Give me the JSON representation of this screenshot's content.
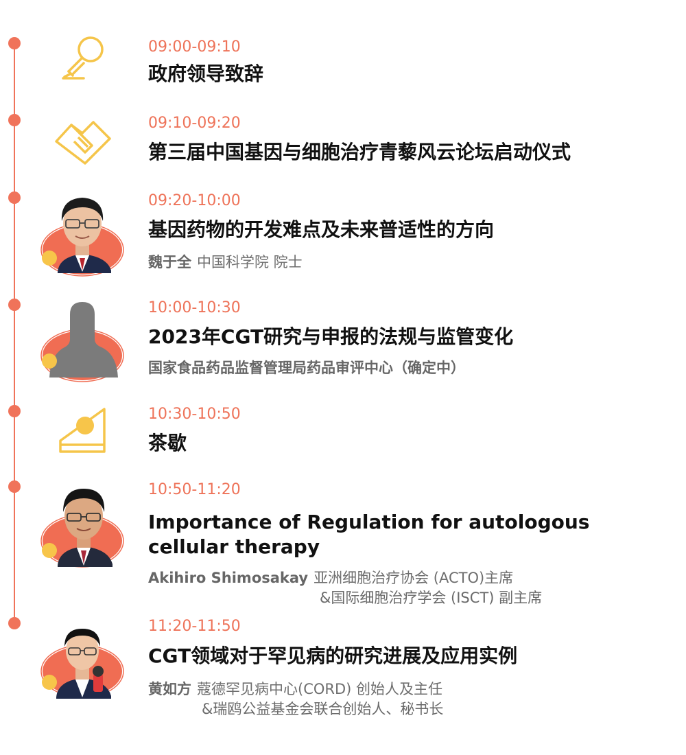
{
  "agenda": [
    {
      "time": "09:00-09:10",
      "title": "政府领导致辞",
      "icon": "microphone-icon"
    },
    {
      "time": "09:10-09:20",
      "title": "第三届中国基因与细胞治疗青藜风云论坛启动仪式",
      "icon": "handshake-icon"
    },
    {
      "time": "09:20-10:00",
      "title": "基因药物的开发难点及未来普适性的方向",
      "speaker_name": "魏于全",
      "speaker_org": "中国科学院 院士",
      "icon": "speaker-avatar"
    },
    {
      "time": "10:00-10:30",
      "title": "2023年CGT研究与申报的法规与监管变化",
      "speaker_name": "",
      "speaker_org": "国家食品药品监督管理局药品审评中心（确定中）",
      "icon": "person-silhouette-icon"
    },
    {
      "time": "10:30-10:50",
      "title": "茶歇",
      "icon": "cake-icon"
    },
    {
      "time": "10:50-11:20",
      "title": "Importance of Regulation for autologous cellular therapy",
      "speaker_name": "Akihiro Shimosakay",
      "speaker_org": "亚洲细胞治疗协会 (ACTO)主席",
      "speaker_org2": "&国际细胞治疗学会 (ISCT) 副主席",
      "icon": "speaker-avatar"
    },
    {
      "time": "11:20-11:50",
      "title": "CGT领域对于罕见病的研究进展及应用实例",
      "speaker_name": "黄如方",
      "speaker_org": "蔻德罕见病中心(CORD) 创始人及主任",
      "speaker_org2": "&瑞鸥公益基金会联合创始人、秘书长",
      "icon": "speaker-avatar"
    }
  ],
  "colors": {
    "accent": "#f0735a",
    "yellow": "#f7c54a",
    "grey": "#777777"
  }
}
